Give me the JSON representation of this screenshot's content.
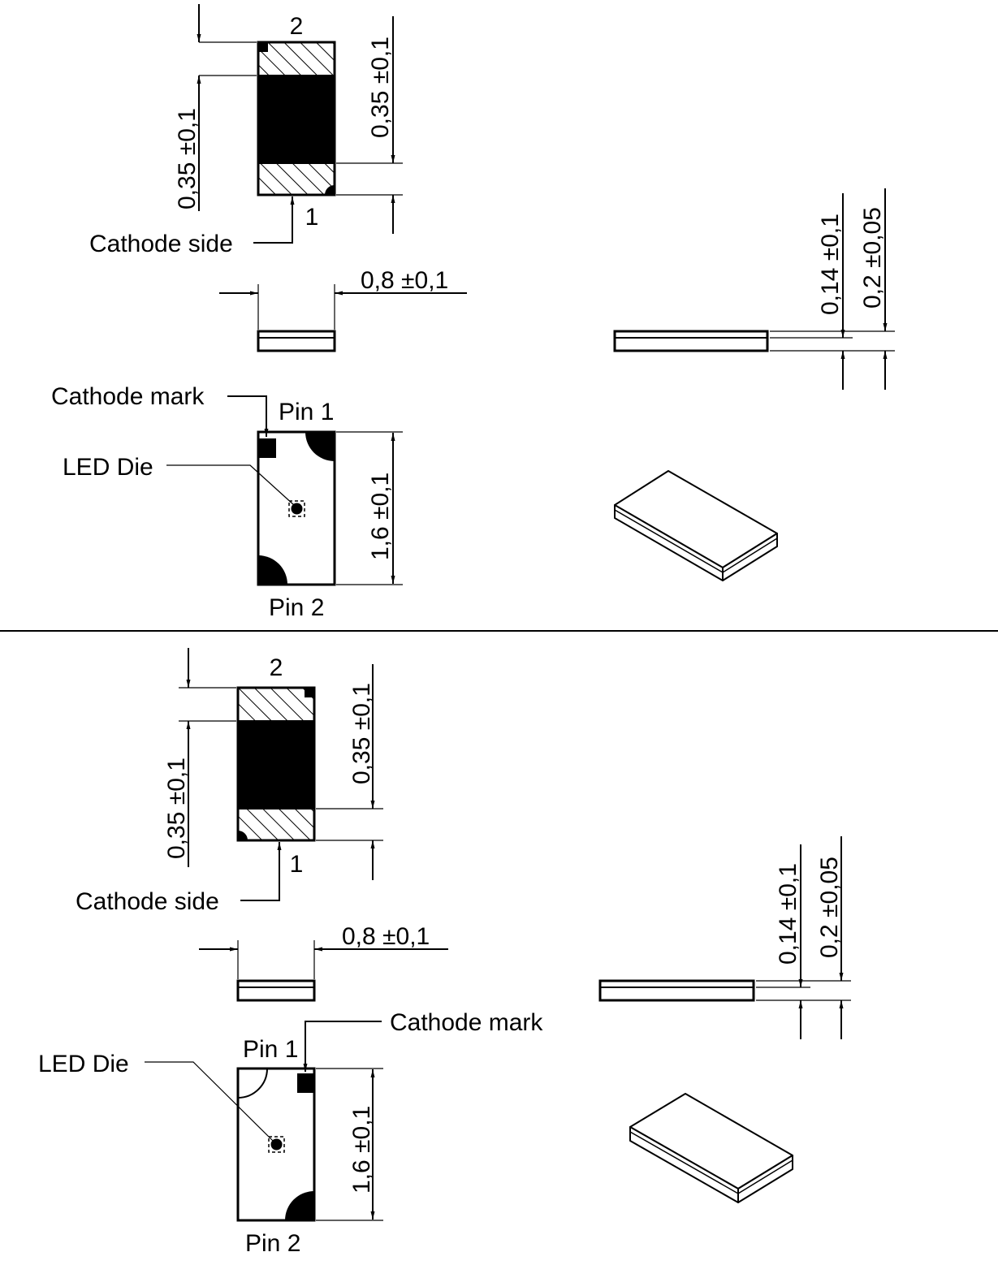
{
  "variant_a": {
    "top_view": {
      "terminal_top": "2",
      "terminal_bottom": "1",
      "dim_left": "0,35 ±0,1",
      "dim_right": "0,35 ±0,1",
      "cathode_label": "Cathode side"
    },
    "front_view": {
      "dim_width": "0,8 ±0,1"
    },
    "side_view": {
      "dim_lens": "0,14 ±0,1",
      "dim_height": "0,2 ±0,05"
    },
    "bottom_view": {
      "cathode_mark_label": "Cathode mark",
      "pin1_label": "Pin 1",
      "pin2_label": "Pin 2",
      "die_label": "LED Die",
      "dim_length": "1,6 ±0,1"
    }
  },
  "variant_b": {
    "top_view": {
      "terminal_top": "2",
      "terminal_bottom": "1",
      "dim_left": "0,35 ±0,1",
      "dim_right": "0,35 ±0,1",
      "cathode_label": "Cathode side"
    },
    "front_view": {
      "dim_width": "0,8 ±0,1"
    },
    "side_view": {
      "dim_lens": "0,14 ±0,1",
      "dim_height": "0,2 ±0,05"
    },
    "bottom_view": {
      "cathode_mark_label": "Cathode mark",
      "pin1_label": "Pin 1",
      "pin2_label": "Pin 2",
      "die_label": "LED Die",
      "dim_length": "1,6 ±0,1"
    }
  }
}
